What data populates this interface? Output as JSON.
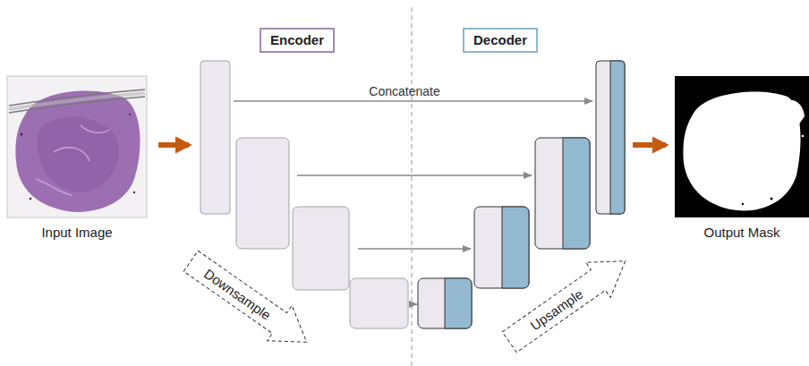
{
  "diagram": {
    "nodes": [
      {
        "text": [
          "Encoder"
        ]
      },
      {
        "text": [
          "Decoder"
        ]
      },
      {
        "text": [
          "Downsample"
        ]
      },
      {
        "text": [
          "Upsample"
        ]
      }
    ],
    "labels": [
      "Input Image",
      "Concatenate",
      "Output Mask"
    ]
  }
}
